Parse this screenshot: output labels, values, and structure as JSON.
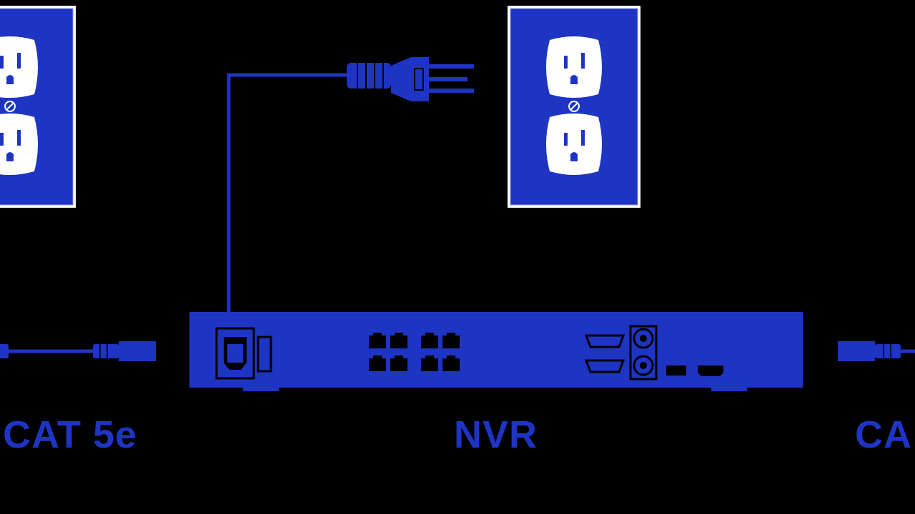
{
  "diagram": {
    "nodes": [
      {
        "text": [
          "NVR"
        ]
      }
    ],
    "labels": [
      "CAT 5e",
      "CA"
    ]
  }
}
